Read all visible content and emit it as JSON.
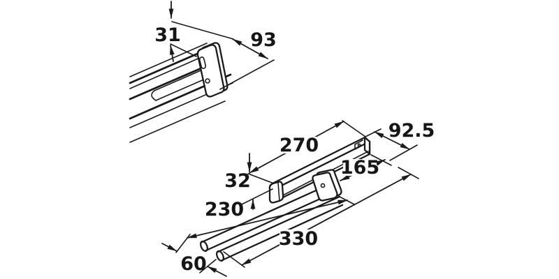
{
  "drawing": {
    "background": "#ffffff",
    "line_color": "#1a1a1a",
    "labels": {
      "d31": "31",
      "d93": "93",
      "d270": "270",
      "d92_5": "92.5",
      "d165": "165",
      "d32": "32",
      "d230": "230",
      "d330": "330",
      "d60": "60"
    }
  }
}
